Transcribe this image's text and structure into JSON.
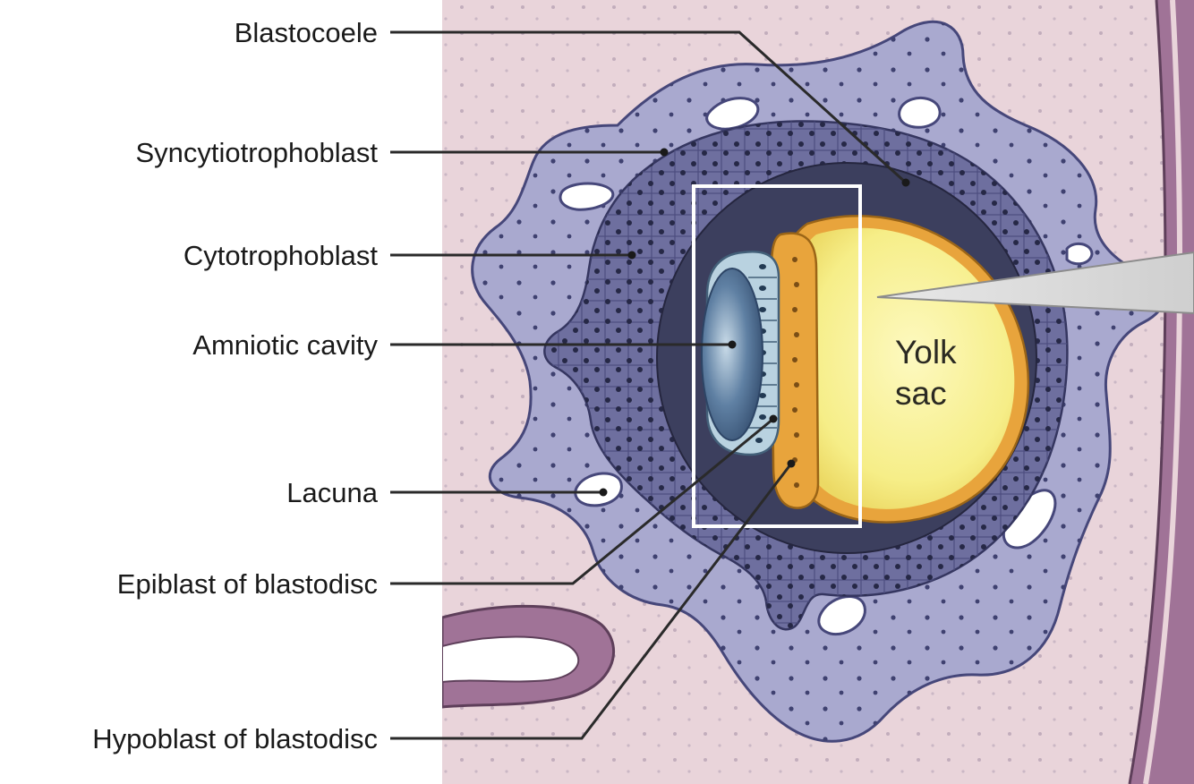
{
  "labels": {
    "blastocoele": "Blastocoele",
    "syncytiotrophoblast": "Syncytiotrophoblast",
    "cytotrophoblast": "Cytotrophoblast",
    "amniotic_cavity": "Amniotic cavity",
    "lacuna": "Lacuna",
    "epiblast": "Epiblast of blastodisc",
    "hypoblast": "Hypoblast of blastodisc"
  },
  "yolk_sac": {
    "line1": "Yolk",
    "line2": "sac"
  },
  "colors": {
    "endometrium": "#e9d4da",
    "syncytiotrophoblast": "#a9a9cf",
    "cytotrophoblast": "#6e6f9f",
    "blastocoele": "#3c3f5e",
    "yolk_sac": "#f6ee88",
    "hypoblast": "#e8a43c",
    "epiblast": "#b9d2e0",
    "amniotic_cavity": "#4b6a8f",
    "uterine_gland": "#a07397",
    "leader_line": "#2a2a2a"
  }
}
